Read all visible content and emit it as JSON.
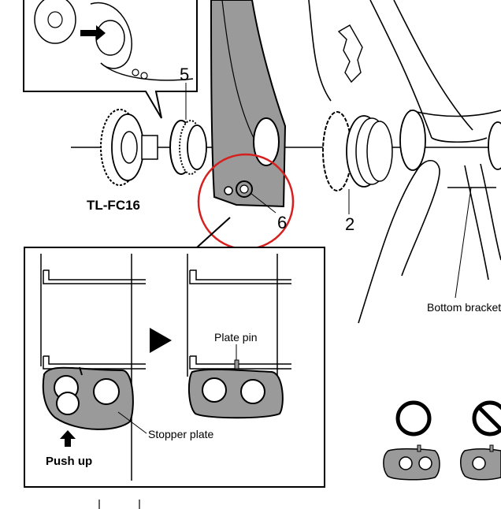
{
  "labels": {
    "part_5": "5",
    "part_6": "6",
    "part_2": "2",
    "tool": "TL-FC16",
    "bottom_bracket": "Bottom bracket",
    "plate_pin": "Plate pin",
    "stopper_plate": "Stopper plate",
    "push_up": "Push up"
  },
  "colors": {
    "highlight_circle": "#d62020",
    "part_fill": "#9a9a9a",
    "line": "#000000"
  },
  "icons": {
    "correct": "circle-icon",
    "incorrect": "prohibited-icon",
    "step_arrow": "triangle-right-icon",
    "push_arrow": "arrow-up-icon"
  }
}
